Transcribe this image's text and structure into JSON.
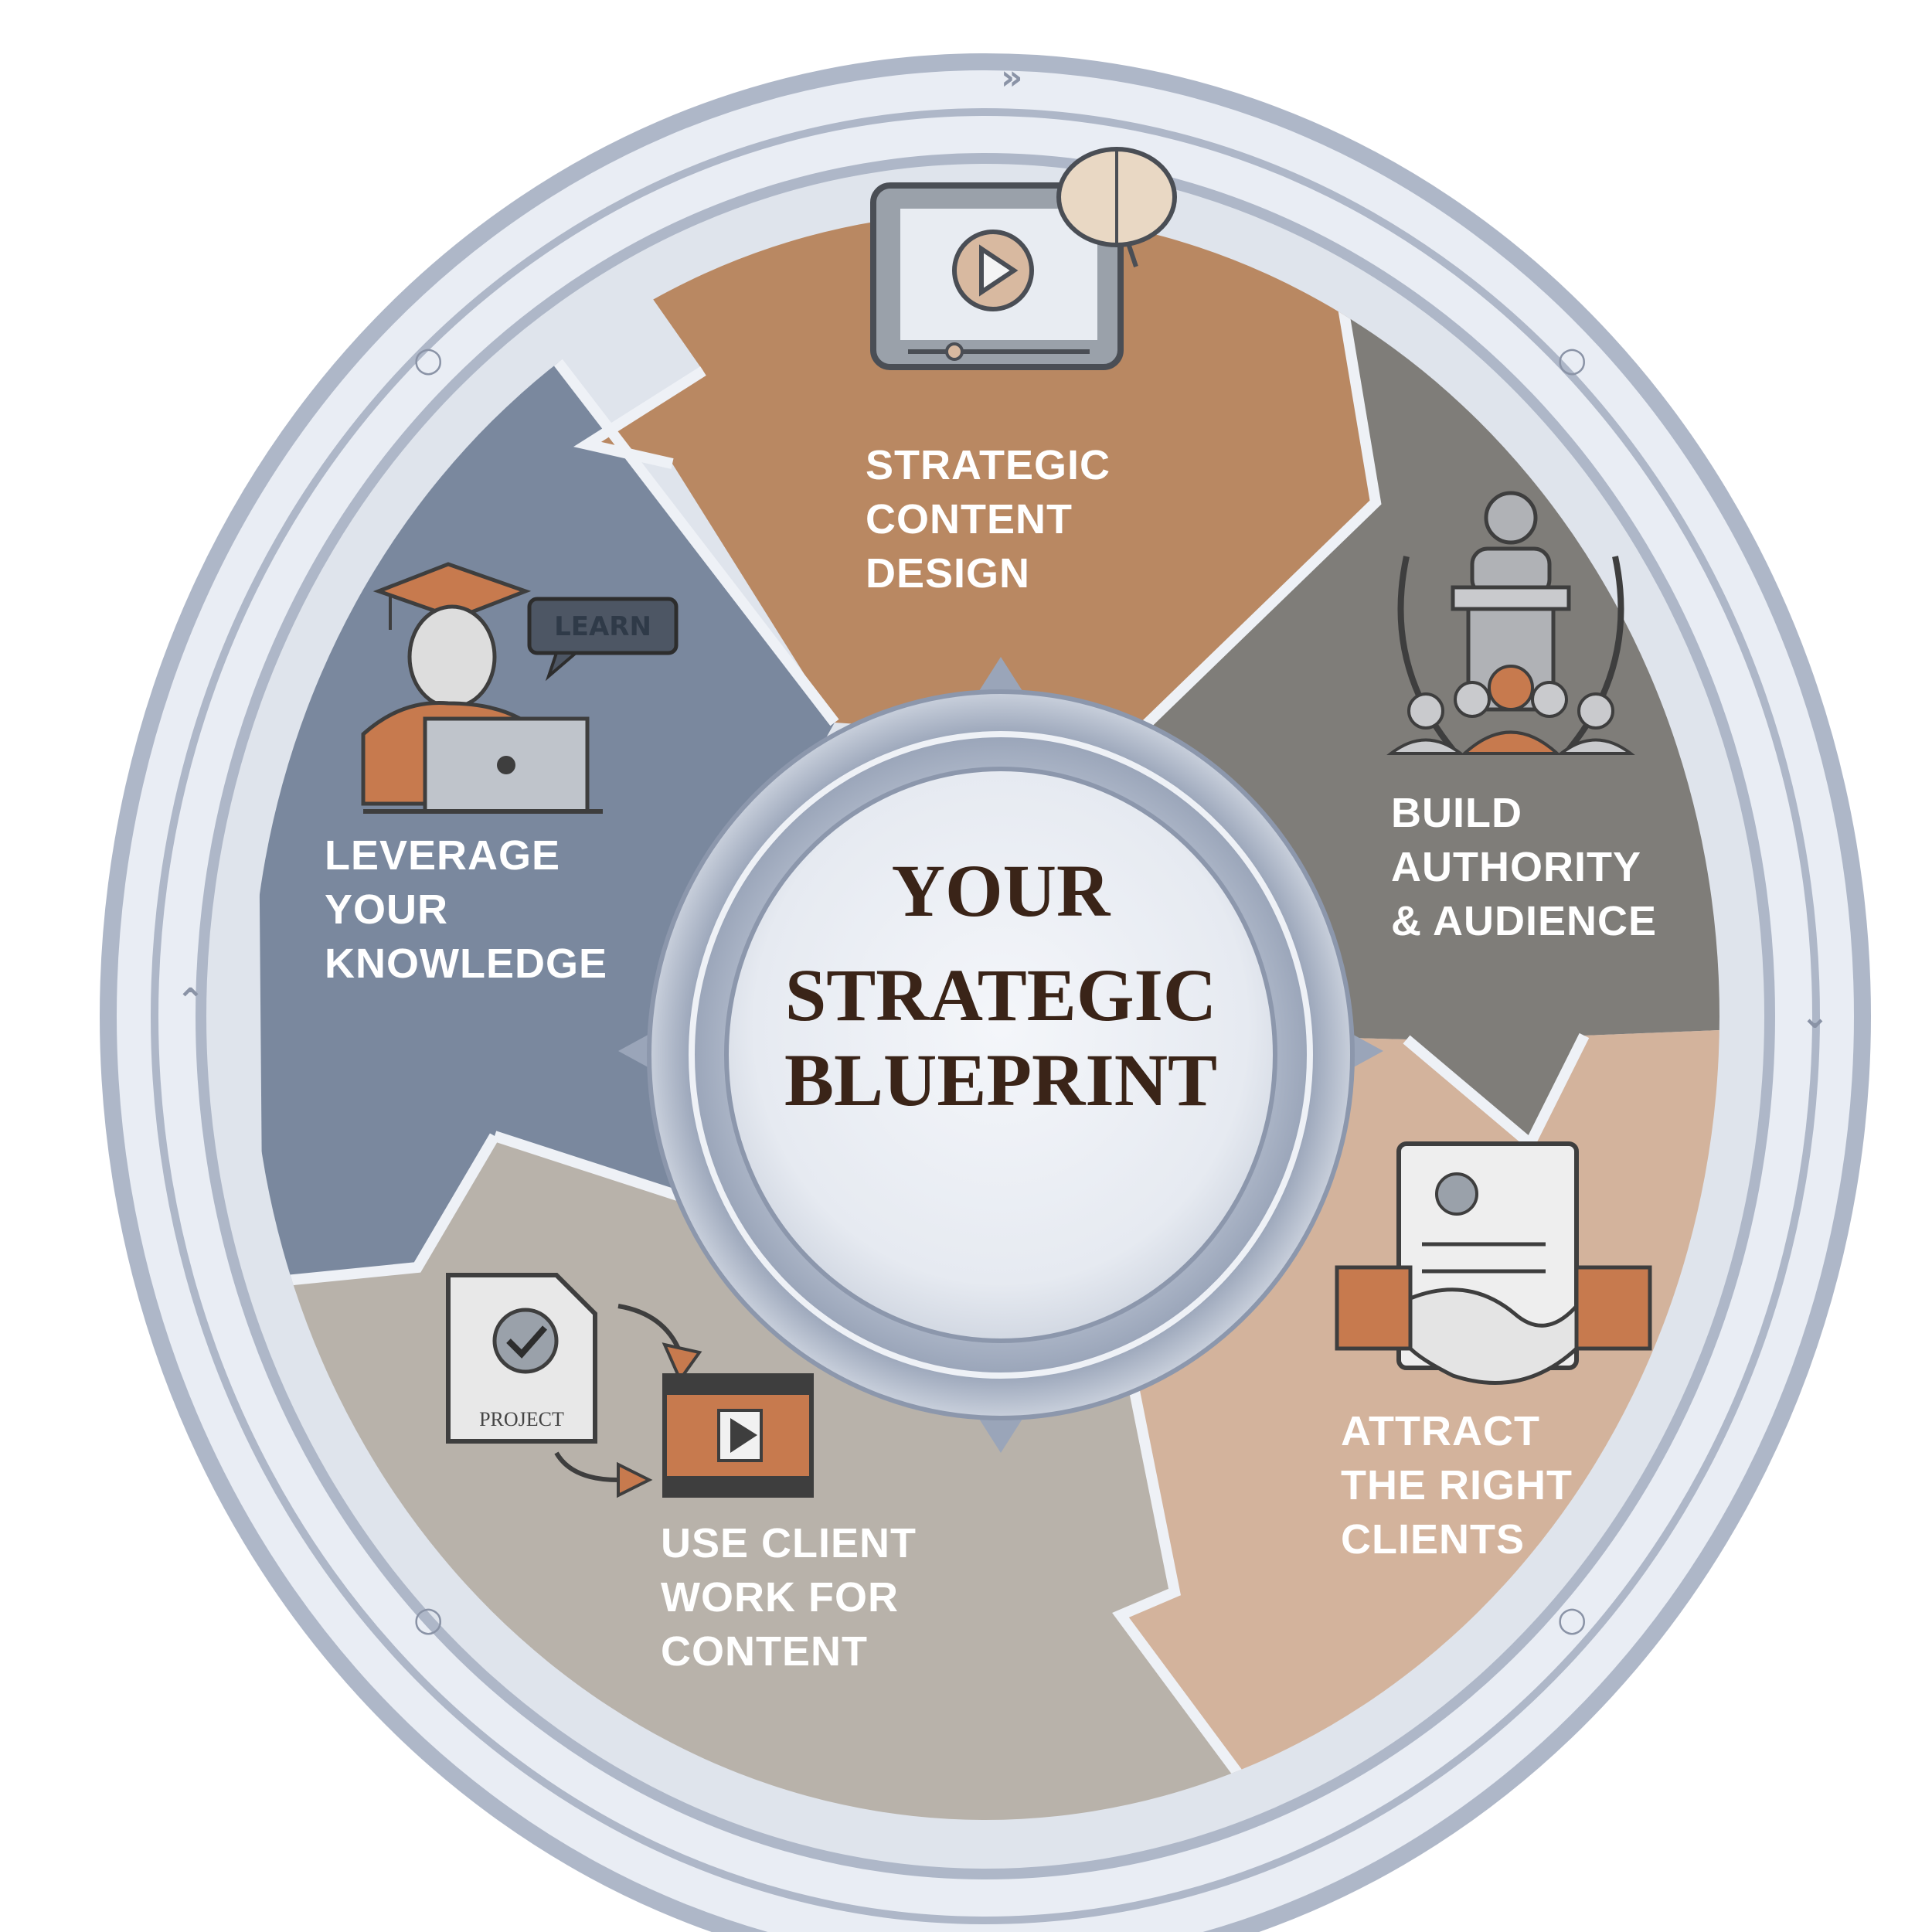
{
  "diagram": {
    "center": {
      "lines": [
        "YOUR",
        "STRATEGIC",
        "BLUEPRINT"
      ]
    },
    "segments": [
      {
        "id": "strategic-content-design",
        "lines": [
          "STRATEGIC",
          "CONTENT",
          "DESIGN"
        ],
        "color": "#B98862",
        "icon": "tablet-video-brain-icon"
      },
      {
        "id": "build-authority-audience",
        "lines": [
          "BUILD",
          "AUTHORITY",
          "& AUDIENCE"
        ],
        "color": "#7F7D79",
        "icon": "speaker-podium-audience-icon"
      },
      {
        "id": "attract-right-clients",
        "lines": [
          "ATTRACT",
          "THE RIGHT",
          "CLIENTS"
        ],
        "color": "#D3B39C",
        "icon": "handshake-contract-icon"
      },
      {
        "id": "use-client-work",
        "lines": [
          "USE CLIENT",
          "WORK FOR",
          "CONTENT"
        ],
        "color": "#B8B2AA",
        "icon": "project-to-video-icon"
      },
      {
        "id": "leverage-knowledge",
        "lines": [
          "LEVERAGE",
          "YOUR",
          "KNOWLEDGE"
        ],
        "color": "#7A889E",
        "icon": "graduate-laptop-icon"
      }
    ],
    "icon_words": {
      "learn": "LEARN",
      "project": "PROJECT"
    },
    "ring_color": "#AEB7C8",
    "ring_glyphs": {
      "double_right": "»",
      "double_left": "«",
      "double_down": "⌄",
      "double_up": "⌃",
      "circle": "○"
    }
  }
}
